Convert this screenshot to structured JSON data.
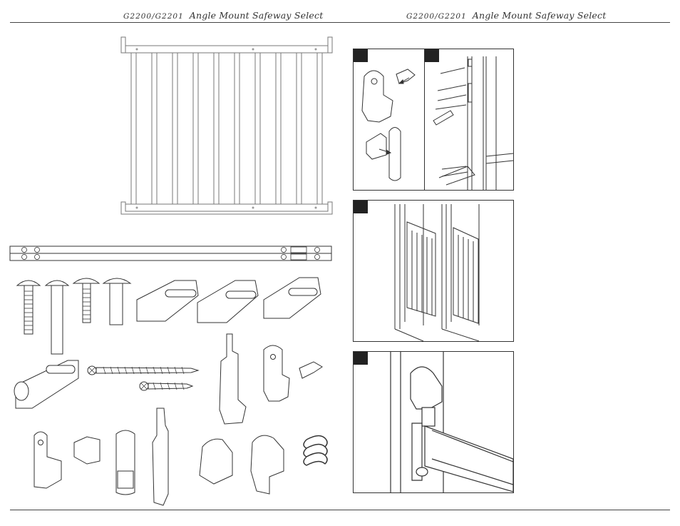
{
  "header": {
    "left": {
      "code": "G2200/G2201",
      "title": "Angle Mount Safeway Select"
    },
    "right": {
      "code": "G2200/G2201",
      "title": "Angle Mount Safeway Select"
    }
  },
  "panels": [
    {
      "id": "A",
      "label": ""
    },
    {
      "id": "B",
      "label": ""
    },
    {
      "id": "C",
      "label": ""
    },
    {
      "id": "D",
      "label": ""
    }
  ]
}
